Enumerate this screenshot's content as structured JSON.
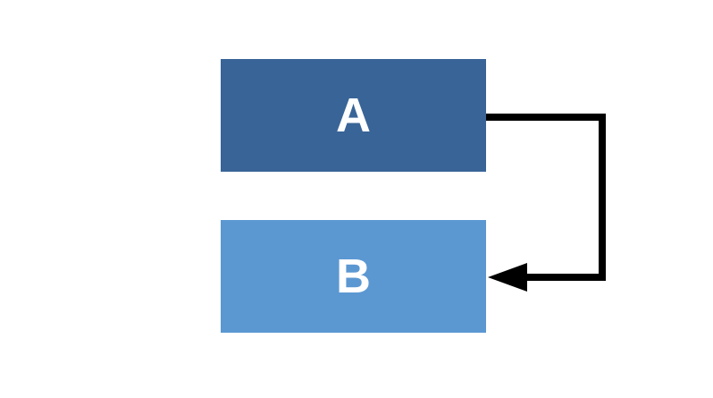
{
  "nodes": {
    "a": {
      "label": "A",
      "color": "#396497"
    },
    "b": {
      "label": "B",
      "color": "#5b98d2"
    }
  },
  "edges": [
    {
      "from": "A",
      "to": "B",
      "color": "#000000"
    }
  ]
}
